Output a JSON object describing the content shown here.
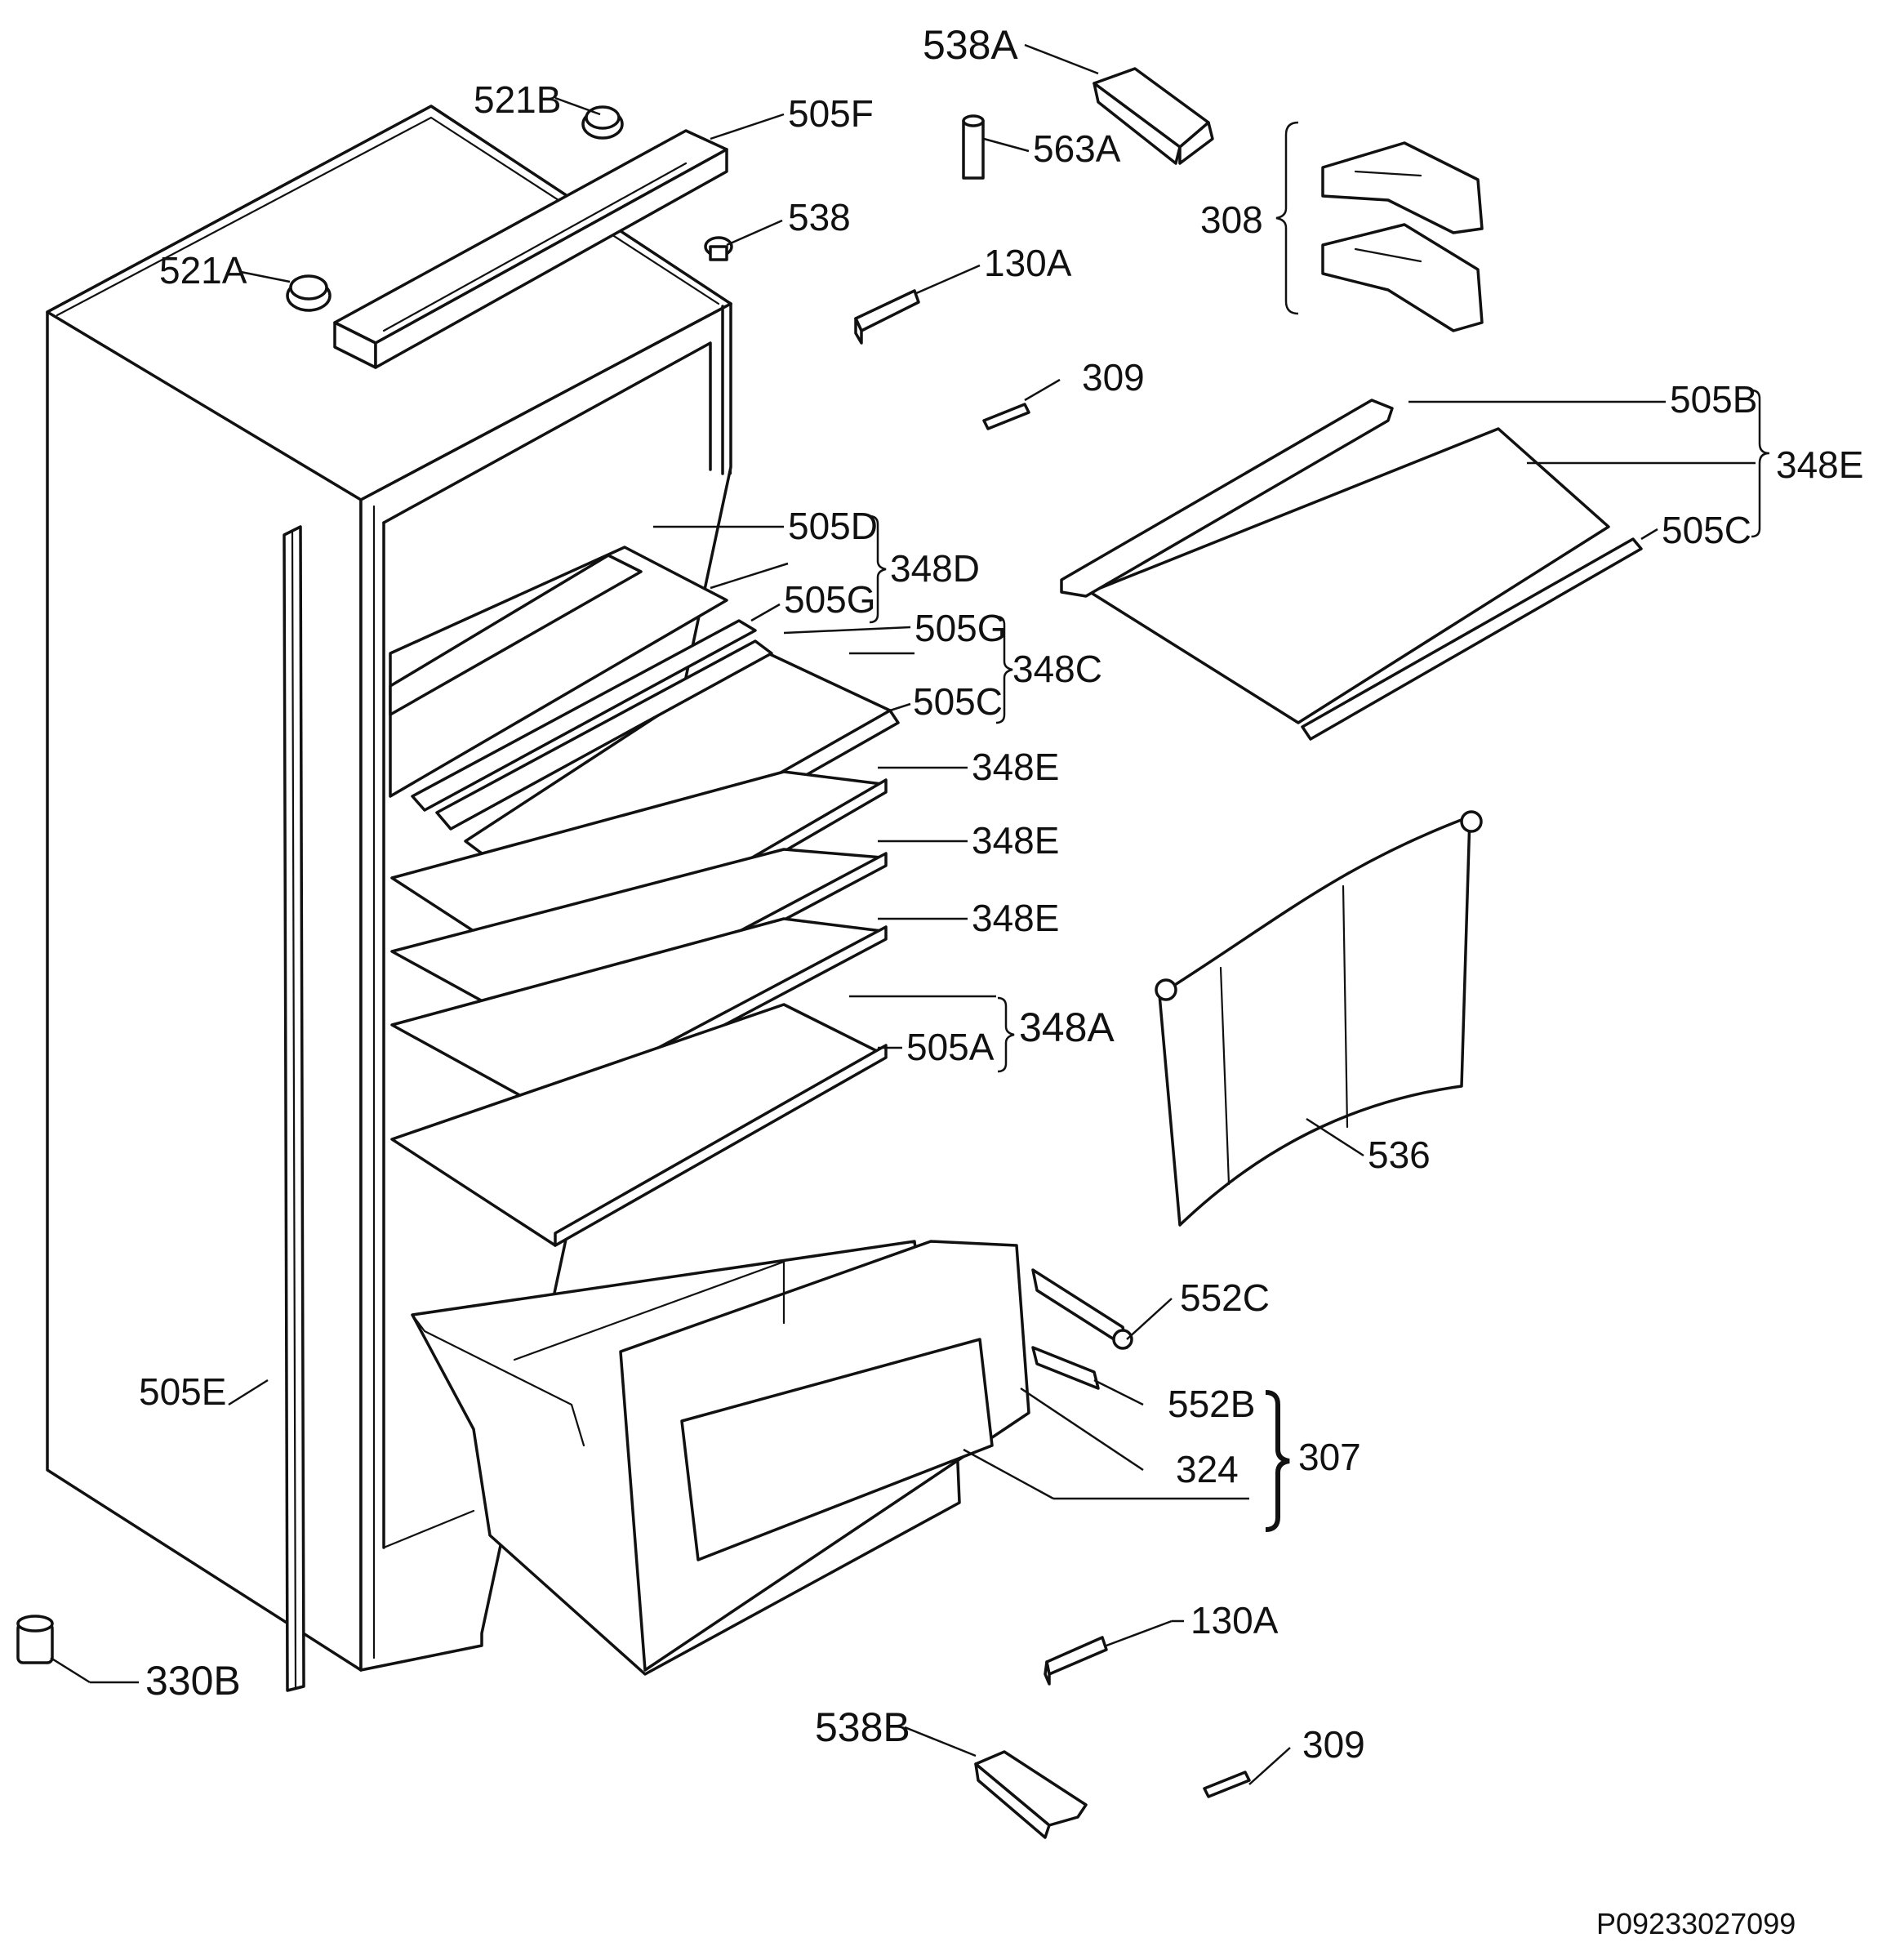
{
  "labels": {
    "l538a": "538A",
    "l521b": "521B",
    "l505f": "505F",
    "l563a": "563A",
    "l308": "308",
    "l538": "538",
    "l521a": "521A",
    "l130a_top": "130A",
    "l309_top": "309",
    "l505b": "505B",
    "l348e_top": "348E",
    "l505c_top": "505C",
    "l505d": "505D",
    "l348d": "348D",
    "l505g_1": "505G",
    "l505g_2": "505G",
    "l348c": "348C",
    "l505c_mid": "505C",
    "l348e_1": "348E",
    "l348e_2": "348E",
    "l348e_3": "348E",
    "l348a": "348A",
    "l505a": "505A",
    "l536": "536",
    "l552c": "552C",
    "l505e": "505E",
    "l552b": "552B",
    "l307": "307",
    "l324": "324",
    "l130a_bottom": "130A",
    "l330b": "330B",
    "l538b": "538B",
    "l309_bottom": "309"
  },
  "document_id": "P09233027099"
}
